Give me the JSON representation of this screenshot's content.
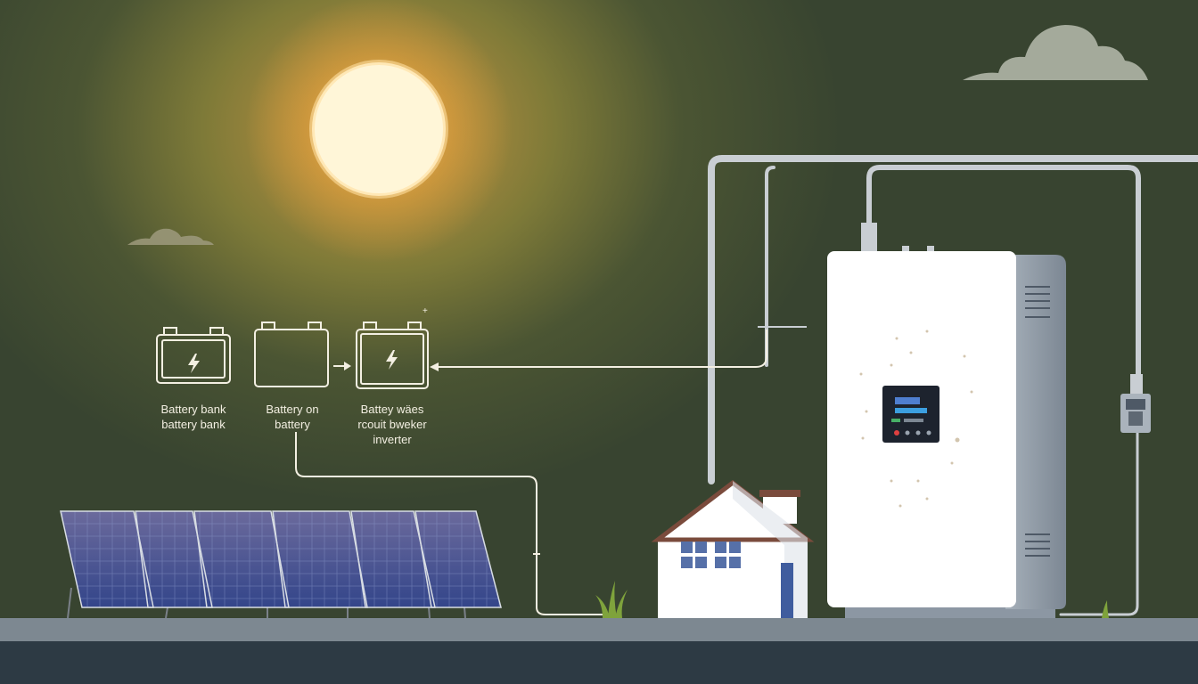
{
  "colors": {
    "sky_dark": "#384430",
    "sun_glow": "#f5a83c",
    "sun_core": "#fff6d8",
    "ground": "#7d8891",
    "ground_dark": "#2d3a44",
    "pipe": "#c7ccd1",
    "inverter_body": "#ffffff",
    "inverter_side": "#8c97a3",
    "solar_panel": "#3c4d8c",
    "house_roof": "#7a4b3c",
    "window": "#5670a8",
    "door": "#3f5c9e",
    "line_art": "#f3efe2"
  },
  "icons": [
    "sun-icon",
    "cloud-icon",
    "battery-icon",
    "lightning-bolt-icon",
    "arrow-right-icon",
    "arrow-left-icon",
    "house-icon",
    "solar-panel-icon",
    "inverter-icon",
    "circuit-breaker-icon",
    "grass-icon"
  ],
  "labels": {
    "battery_1": [
      "Battery bank",
      "battery bank"
    ],
    "battery_2": [
      "Battery on",
      "battery"
    ],
    "battery_3": [
      "Battey wäes",
      "rcouit bweker",
      "inverter"
    ]
  }
}
